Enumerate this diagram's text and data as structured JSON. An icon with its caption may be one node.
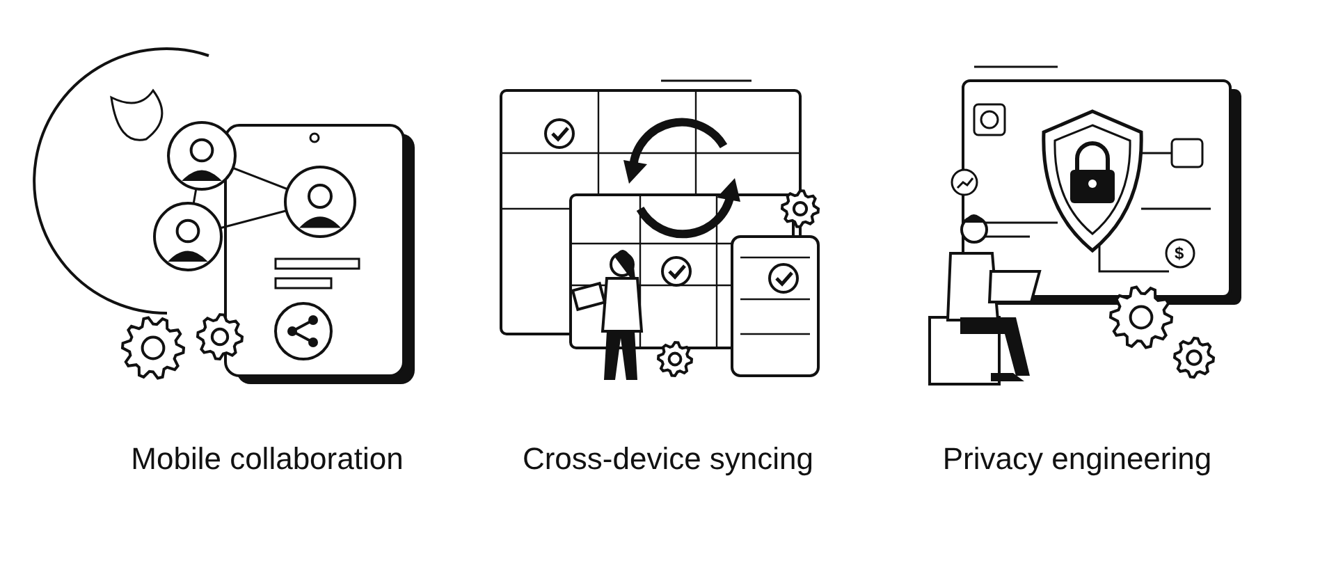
{
  "diagram": {
    "labels": [
      "Mobile collaboration",
      "Cross-device syncing",
      "Privacy engineering",
      "$"
    ]
  }
}
